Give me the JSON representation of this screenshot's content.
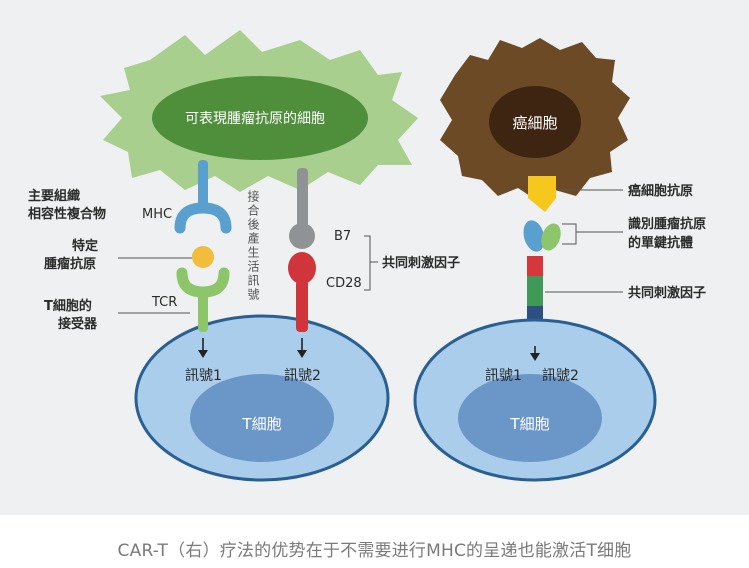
{
  "diagram": {
    "left": {
      "apc_label": "可表現腫瘤抗原的細胞",
      "mhc_desc": "主要組織\n相容性複合物",
      "mhc": "MHC",
      "antigen_desc": "特定\n腫瘤抗原",
      "tcr_desc": "T細胞的\n接受器",
      "tcr": "TCR",
      "vertical_note": "接合後產生活訊號",
      "b7": "B7",
      "cd28": "CD28",
      "costim": "共同刺激因子",
      "signal1": "訊號1",
      "signal2": "訊號2",
      "tcell": "T細胞"
    },
    "right": {
      "cancer_cell": "癌細胞",
      "cancer_antigen": "癌細胞抗原",
      "scfv_desc": "識別腫瘤抗原\n的單鍵抗體",
      "costim": "共同刺激因子",
      "signal1": "訊號1",
      "signal2": "訊號2",
      "tcell": "T細胞"
    },
    "colors": {
      "apc_outer": "#a9cf8e",
      "apc_inner": "#4f8f3b",
      "cancer_outer": "#6b4a25",
      "cancer_inner": "#3e2511",
      "tcell_outer": "#a9cdea",
      "tcell_inner": "#6a96c8",
      "mhc": "#5aa0cf",
      "tcr": "#8cc56a",
      "antigen": "#f2bd3b",
      "cd28": "#d0353b",
      "b7": "#8f9396",
      "car_antigen": "#f6c71c",
      "car_red": "#d6373b",
      "car_green": "#3f9a57",
      "car_blue": "#2d4f82"
    }
  },
  "caption": "CAR-T（右）疗法的优势在于不需要进行MHC的呈递也能激活T细胞"
}
